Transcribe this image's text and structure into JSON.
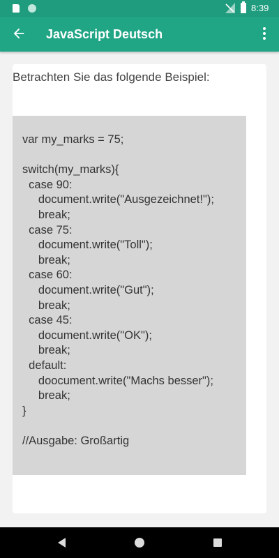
{
  "status_bar": {
    "time": "8:39",
    "icons": [
      "sd-card-icon",
      "notification-dot-icon",
      "signal-off-icon",
      "battery-icon"
    ]
  },
  "app_bar": {
    "title": "JavaScript Deutsch",
    "icons": [
      "back-arrow-icon",
      "more-vert-icon"
    ]
  },
  "content": {
    "intro": "Betrachten Sie das folgende Beispiel:",
    "code_lines": [
      "var my_marks = 75;",
      "",
      "switch(my_marks){",
      "  case 90:",
      "     document.write(\"Ausgezeichnet!\");",
      "     break;",
      "  case 75:",
      "     document.write(\"Toll\");",
      "     break;",
      "  case 60:",
      "     document.write(\"Gut\");",
      "     break;",
      "  case 45:",
      "     document.write(\"OK\");",
      "     break;",
      "  default:",
      "     doocument.write(\"Machs besser\");",
      "     break;",
      "}",
      "",
      "//Ausgabe: Großartig"
    ]
  },
  "nav_bar": {
    "icons": [
      "back-triangle-icon",
      "home-circle-icon",
      "recents-square-icon"
    ]
  },
  "colors": {
    "status_bar": "#1f9c7e",
    "app_bar": "#20a585",
    "code_background": "#d6d6d6",
    "page_background": "#f2f2f2"
  }
}
